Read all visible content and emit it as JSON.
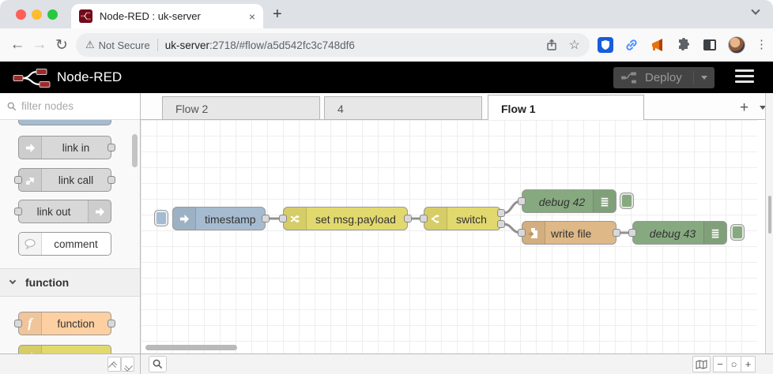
{
  "browser": {
    "tab_title": "Node-RED : uk-server",
    "tab_close": "×",
    "new_tab": "+",
    "back": "←",
    "forward": "→",
    "reload": "↻",
    "warning_icon": "⚠",
    "not_secure": "Not Secure",
    "url_host": "uk-server",
    "url_rest": ":2718/#flow/a5d542fc3c748df6",
    "star": "☆",
    "menu_dots": "⋮"
  },
  "header": {
    "title": "Node-RED",
    "deploy_label": "Deploy"
  },
  "palette": {
    "filter_placeholder": "filter nodes",
    "items": [
      {
        "label": "link in",
        "type": "link-in"
      },
      {
        "label": "link call",
        "type": "link-call"
      },
      {
        "label": "link out",
        "type": "link-out"
      },
      {
        "label": "comment",
        "type": "comment"
      }
    ],
    "category_function": "function",
    "function_item": {
      "label": "function",
      "type": "function"
    }
  },
  "workspace": {
    "tabs": [
      {
        "label": "Flow 2",
        "active": false
      },
      {
        "label": "4",
        "active": false
      },
      {
        "label": "Flow 1",
        "active": true
      }
    ],
    "add_tab": "+"
  },
  "flow": {
    "nodes": [
      {
        "label": "timestamp",
        "type": "inject"
      },
      {
        "label": "set msg.payload",
        "type": "change"
      },
      {
        "label": "switch",
        "type": "switch"
      },
      {
        "label": "debug 42",
        "type": "debug"
      },
      {
        "label": "write file",
        "type": "file"
      },
      {
        "label": "debug 43",
        "type": "debug"
      }
    ]
  },
  "footer": {
    "zoom_out": "−",
    "zoom_reset": "○",
    "zoom_in": "+"
  },
  "colors": {
    "inject_blue": "#a6bbcf",
    "function_yellow": "#e2d96e",
    "debug_green": "#87a980",
    "file_tan": "#deb887",
    "function_orange": "#fdd0a2",
    "link_gray": "#d8d8d8",
    "header_bg": "#000000",
    "node_border": "#999999"
  }
}
